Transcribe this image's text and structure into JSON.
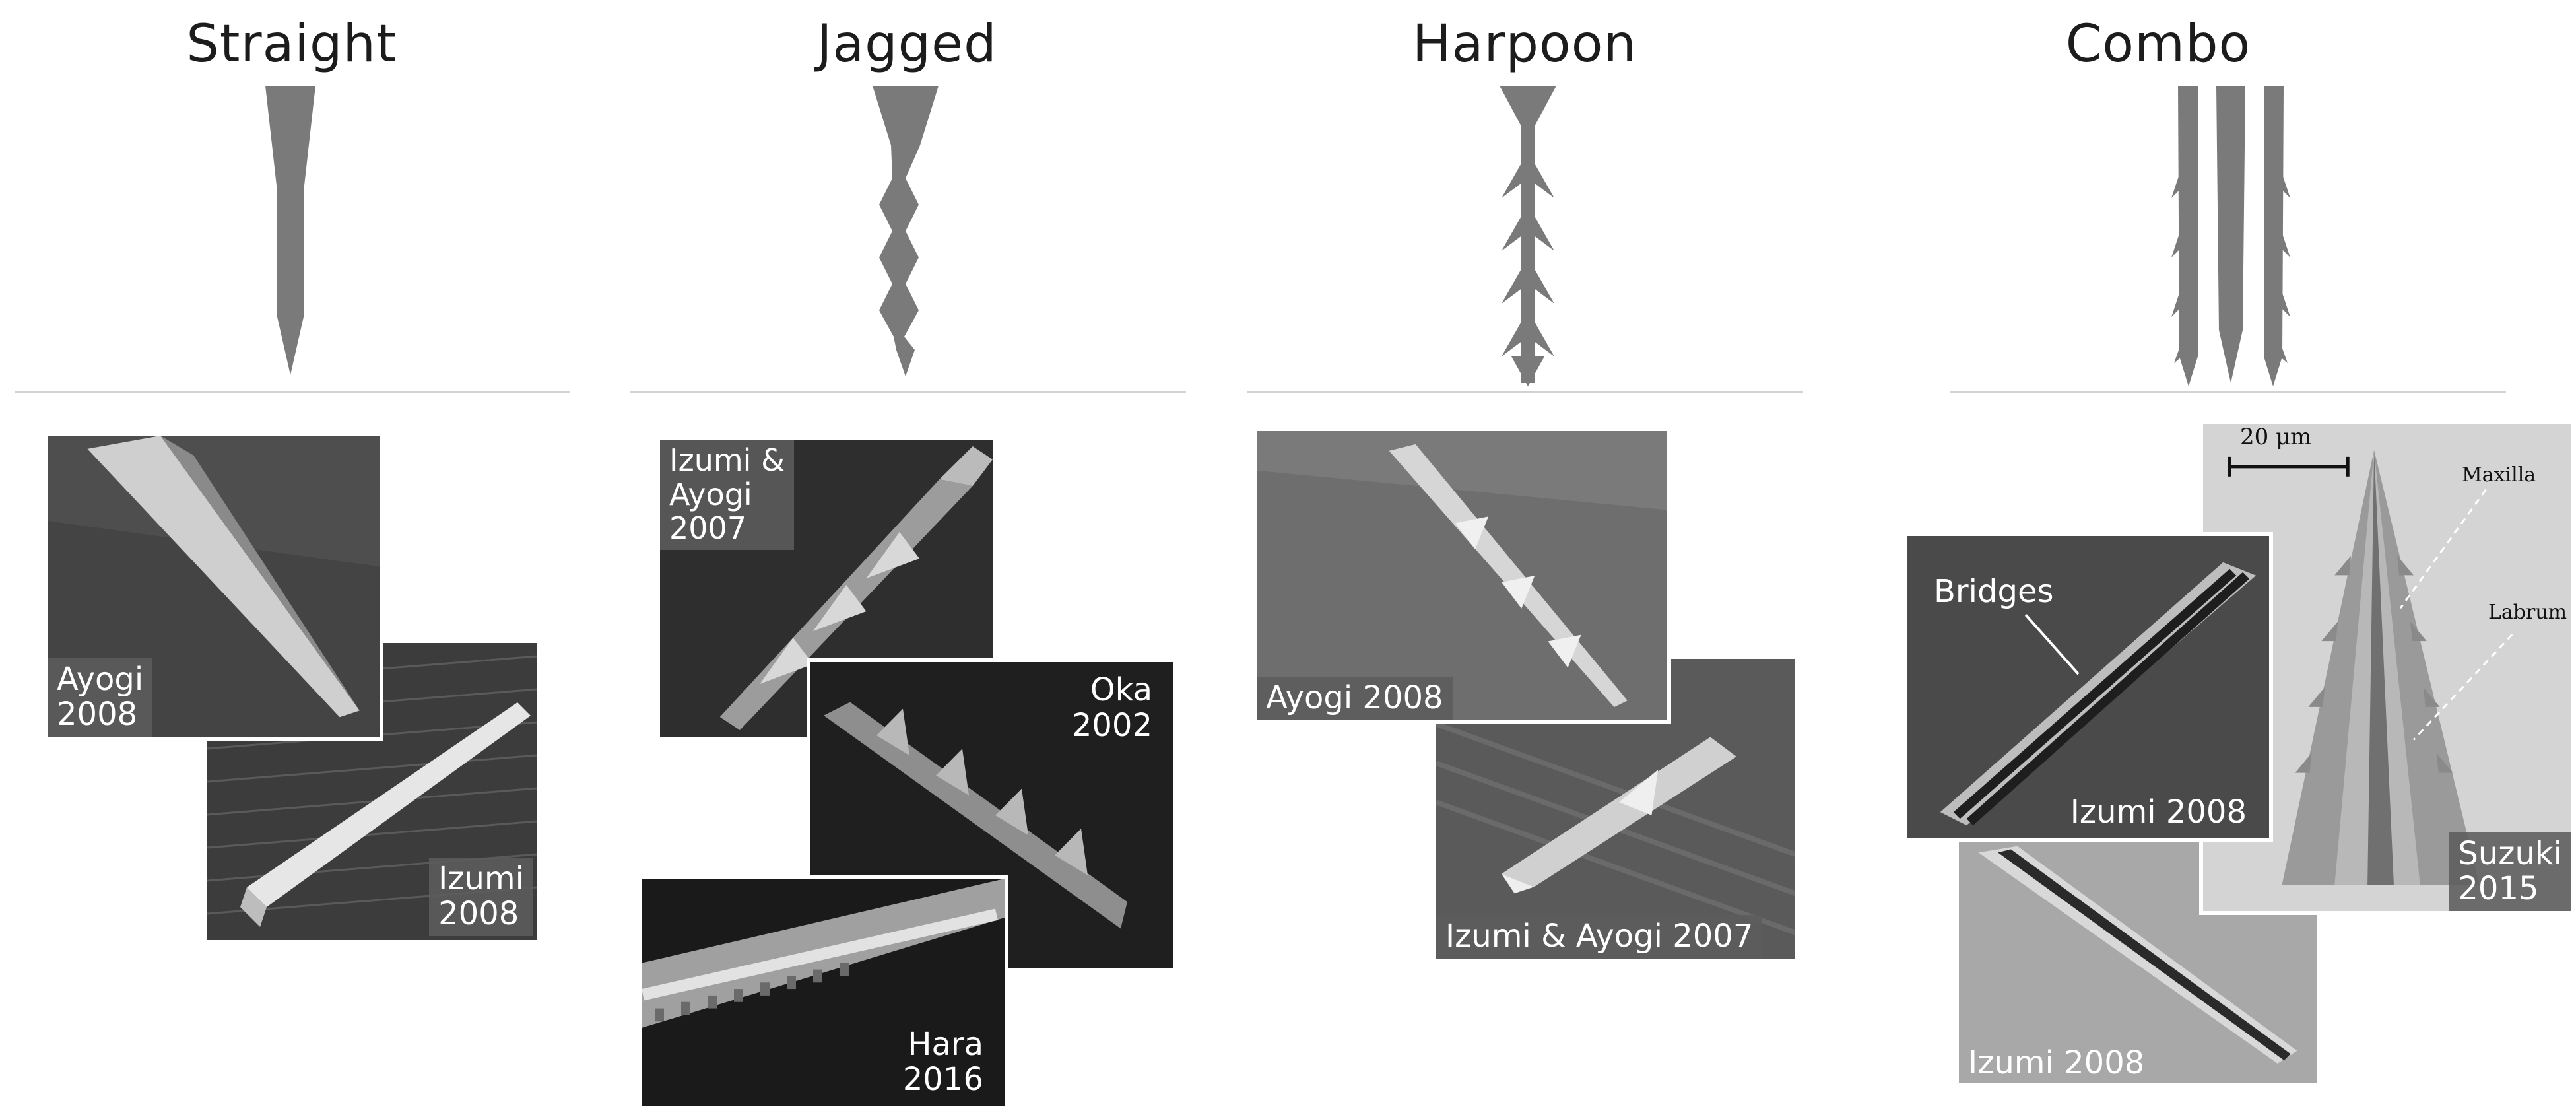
{
  "columns": [
    {
      "title": "Straight"
    },
    {
      "title": "Jagged"
    },
    {
      "title": "Harpoon"
    },
    {
      "title": "Combo"
    }
  ],
  "colors": {
    "needle": "#7a7a7a",
    "divider": "#d2d2d2",
    "label_bg": "#5c5c5c"
  },
  "photos": {
    "straight_a": "Ayogi\n2008",
    "straight_b": "Izumi\n2008",
    "jagged_a": "Izumi &\nAyogi\n2007",
    "jagged_b": "Oka\n2002",
    "jagged_c": "Hara\n2016",
    "harpoon_a": "Ayogi 2008",
    "harpoon_b": "Izumi & Ayogi 2007",
    "combo_a_label": "Bridges",
    "combo_a_caption": "Izumi 2008",
    "combo_b": "Izumi 2008",
    "combo_c": "Suzuki\n2015",
    "combo_c_scale": "20 μm",
    "combo_c_maxilla": "Maxilla",
    "combo_c_labrum": "Labrum"
  }
}
